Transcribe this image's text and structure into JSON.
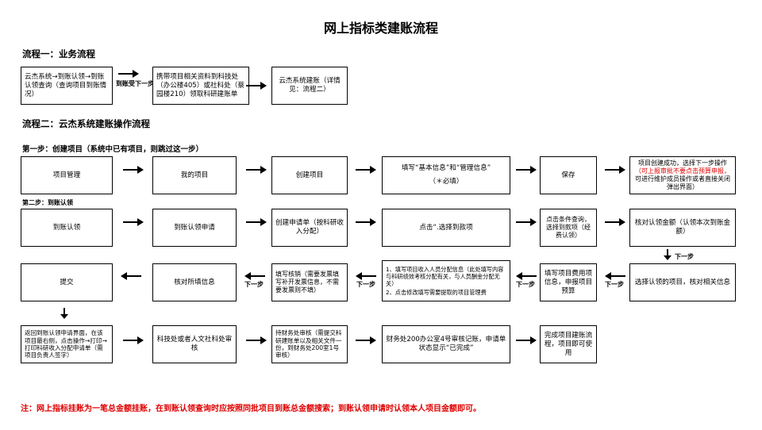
{
  "title": "网上指标类建账流程",
  "flow1": {
    "heading": "流程一：业务流程",
    "box1": "云杰系统→到账认领→到账认领查询（查询项目到账情况）",
    "arrow_label": "到账受下一步",
    "box2": "携带项目相关资料到科技处（办公楼405）或社科处（蔡园楼210）领取科研建账单",
    "box3": "云杰系统建账（详情见：流程二）"
  },
  "flow2": {
    "heading": "流程二：云杰系统建账操作流程",
    "step1_label": "第一步：创建项目（系统中已有项目，则跳过这一步）",
    "row1": {
      "b1": "项目管理",
      "b2": "我的项目",
      "b3": "创建项目",
      "b4_line1": "填写“基本信息”和“管理信息”",
      "b4_line2": "（＊必填）",
      "b5": "保存",
      "b6_line1": "项目创建成功，选择下一步操作",
      "b6_red": "（可上报审批不要点击预算申报，",
      "b6_line2": "可进行维护成员操作或者直接关闭弹出界面）"
    },
    "step2_label": "第二步：到账认领",
    "row2": {
      "b1": "到账认领",
      "b2": "到账认领申请",
      "b3": "创建申请单（按科研收入分配）",
      "b4": "点击“.选择到款项",
      "b5": "点击条件查询，选择到款项（经费认领）",
      "b6": "核对认领金额（认领本次到账金额）"
    },
    "row3": {
      "b1": "提交",
      "b2": "核对所填信息",
      "b3": "填写核销（需要发票填写补开发票信息，不需要发票则不填）",
      "b4_line1": "1、填写项目收入人员分配信息（此处填写内容与科研绩效考核分配有关，与人员酬金分配无关）",
      "b4_line2": "2、点击修改填写需要提取的项目管理费",
      "b5": "填写项目费用项信息，申报项目预算",
      "b6": "选择认领的项目，核对相关信息"
    },
    "row4": {
      "b1": "返回到账认领申请界面，在该项目最右侧，点击操作→打印→打印科研收入分配申请单（需项目负责人签字）",
      "b2": "科技处或者人文社科处审核",
      "b3": "持财务处审核（需提交科研建账单以及相关文件一份，到财务处200室1号审核）",
      "b4": "财务处200办公室4号审核记账，申请单状态显示“已完成”",
      "b5": "完成项目建账流程，项目即可使用"
    },
    "next_label": "下一步"
  },
  "note": "注：网上指标挂账为一笔总金额挂账，在到账认领查询时应按照同批项目到账总金额搜索；到账认领申请时认领本人项目金额即可。"
}
